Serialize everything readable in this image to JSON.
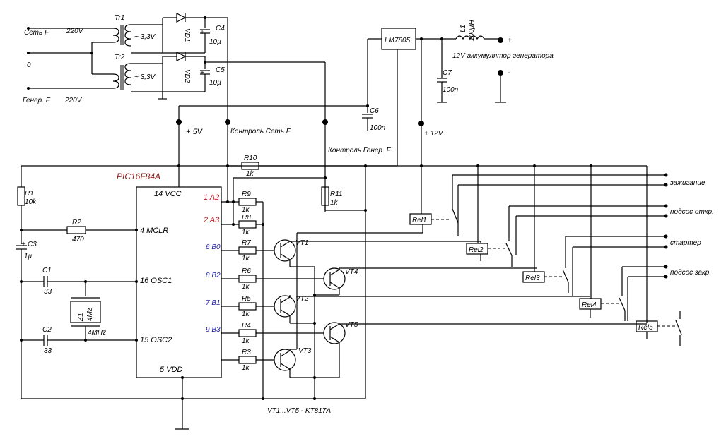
{
  "colors": {
    "wire": "#000000",
    "port_a": "#c0202a",
    "port_b": "#1a1aa0",
    "chip_name": "#8b1a1a"
  },
  "inputs": {
    "set_label": "Сеть  F",
    "set_voltage": "220V",
    "zero_label": "0",
    "gen_label": "Генер.  F",
    "gen_voltage": "220V"
  },
  "transformers": {
    "tr1": "Tr1",
    "tr2": "Tr2",
    "tr1_out": "~ 3,3V",
    "tr2_out": "~ 3,3V"
  },
  "diodes": {
    "vd1": "VD1",
    "vd2": "VD2"
  },
  "caps": {
    "c4": "C4",
    "c4_val": "10µ",
    "c5": "C5",
    "c5_val": "10µ",
    "c6": "C6",
    "c6_val": "100n",
    "c7": "C7",
    "c7_val": "100n",
    "c3": "C3",
    "c3_val": "1µ",
    "c1": "C1",
    "c1_val": "33",
    "c2": "C2",
    "c2_val": "33",
    "c3_plus": "+",
    "c4_plus": "+",
    "c5_plus": "+"
  },
  "regulator": {
    "name": "LM7805"
  },
  "inductor": {
    "name": "L1",
    "value": "100µH"
  },
  "battery": {
    "label": "12V аккумулятор генератора",
    "plus": "+",
    "minus": "-"
  },
  "rails": {
    "plus5": "+ 5V",
    "plus12": "+ 12V",
    "ctrl_set": "Контроль Сеть F",
    "ctrl_gen": "Контроль Генер. F"
  },
  "mcu": {
    "name": "PIC16F84A",
    "vcc": "14 VCC",
    "mclr": "4 MCLR",
    "osc1": "16 OSC1",
    "osc2": "15 OSC2",
    "vdd": "5 VDD",
    "ra2": "1 A2",
    "ra3": "2 A3",
    "rb0": "6 B0",
    "rb2": "8 B2",
    "rb1": "7 B1",
    "rb3": "9 B3"
  },
  "resistors": {
    "r1": "R1",
    "r1_val": "10k",
    "r2": "R2",
    "r2_val": "470",
    "r3": "R3",
    "r4": "R4",
    "r5": "R5",
    "r6": "R6",
    "r7": "R7",
    "r8": "R8",
    "r9": "R9",
    "r10": "R10",
    "r11": "R11",
    "k1": "1k"
  },
  "crystal": {
    "name": "Z1",
    "freq": "4Mz",
    "freq_label": "4MHz"
  },
  "transistors": {
    "vt1": "VT1",
    "vt2": "VT2",
    "vt3": "VT3",
    "vt4": "VT4",
    "vt5": "VT5",
    "note": "VT1...VT5 - KT817A"
  },
  "relays": {
    "rel1": "Rel1",
    "rel2": "Rel2",
    "rel3": "Rel3",
    "rel4": "Rel4",
    "rel5": "Rel5"
  },
  "outputs": {
    "ignition": "зажигание",
    "choke_open": "подсос откр.",
    "starter": "стартер",
    "choke_close": "подсос закр."
  }
}
